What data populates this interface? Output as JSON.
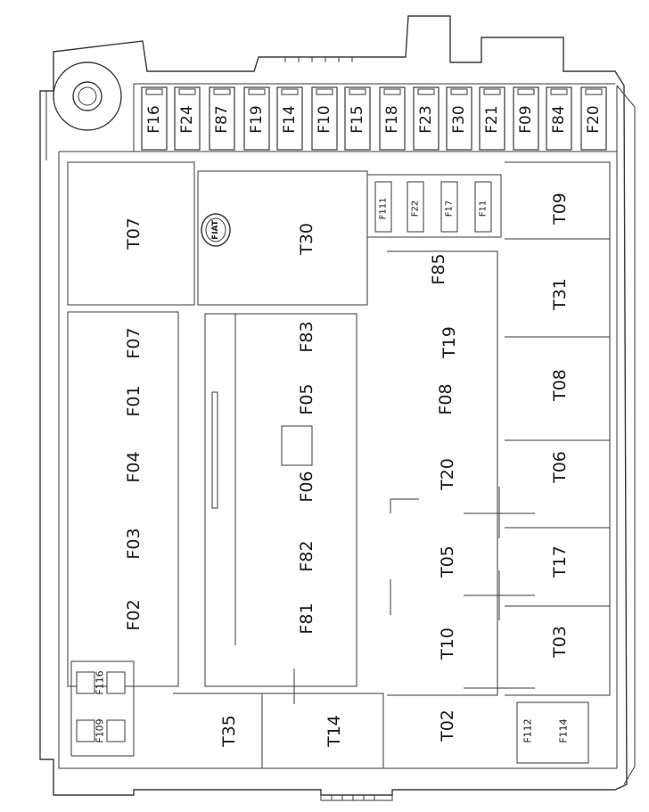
{
  "top_fuses": [
    "F16",
    "F24",
    "F87",
    "F19",
    "F14",
    "F10",
    "F15",
    "F18",
    "F23",
    "F30",
    "F21",
    "F09",
    "F84",
    "F20"
  ],
  "small_fuses": [
    "F111",
    "F22",
    "F17",
    "F11"
  ],
  "left_column": [
    "T07",
    "F07",
    "F01",
    "F04",
    "F03",
    "F02"
  ],
  "center_column": [
    "T30",
    "F83",
    "F05",
    "F06",
    "F82",
    "F81"
  ],
  "right_inner_column": [
    "F85",
    "T19",
    "F08",
    "T20",
    "T05",
    "T10",
    "T02"
  ],
  "right_outer_column": [
    "T09",
    "T31",
    "T08",
    "T06",
    "T17",
    "T03"
  ],
  "bottom_left_minis": [
    "F116",
    "F109"
  ],
  "bottom_row": [
    "T35",
    "T14"
  ],
  "bottom_right_minis": [
    "F112",
    "F114"
  ],
  "logo_text": "FIAT"
}
